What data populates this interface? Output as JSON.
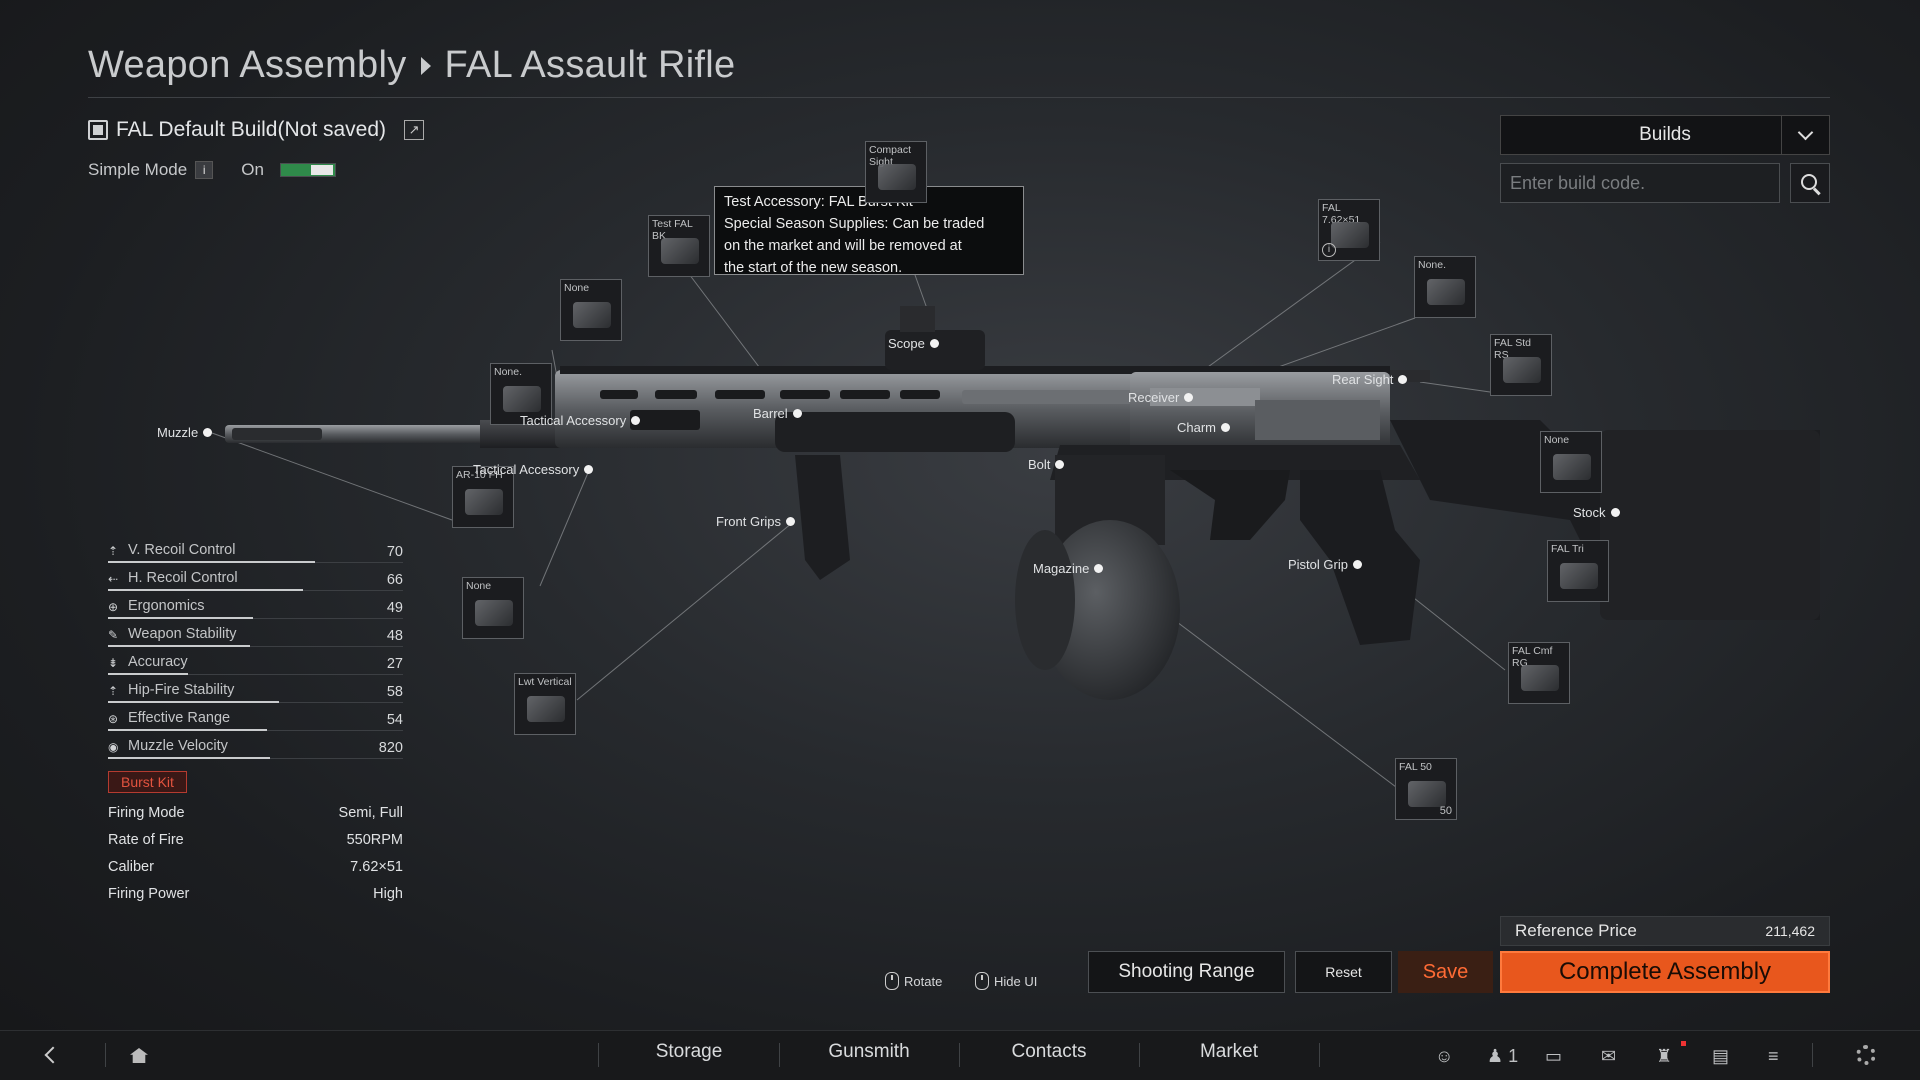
{
  "header": {
    "title": "Weapon Assembly",
    "subtitle": "FAL Assault Rifle"
  },
  "build": {
    "name": "FAL Default Build(Not saved)",
    "simple_mode_label": "Simple Mode",
    "info": "i",
    "simple_mode_state": "On"
  },
  "builds": {
    "label": "Builds",
    "code_placeholder": "Enter build code."
  },
  "tooltip": {
    "line1": "Test Accessory: FAL Burst Kit",
    "line2": "Special Season Supplies: Can be traded",
    "line3": "on the market and will be removed at",
    "line4": "the start of the new season."
  },
  "slots": {
    "compact_sight": "Compact Sight",
    "test_fal_bk": "Test FAL BK",
    "none_top": "None",
    "none_left": "None.",
    "ar_10_fh": "AR-10 FH",
    "none_low": "None",
    "lwt_vertical": "Lwt Vertical",
    "fal_receiver": "FAL 7.62×51",
    "fal_receiver_info": "i",
    "none_right": "None.",
    "fal_std_rs": "FAL Std RS",
    "none_charm": "None",
    "fal_tri": "FAL Tri",
    "fal_cmf_rg": "FAL Cmf RG",
    "fal_50": "FAL 50",
    "fal_50_count": "50"
  },
  "labels": {
    "muzzle": "Muzzle",
    "tactical_top": "Tactical Accessory",
    "tactical_low": "Tactical Accessory",
    "barrel": "Barrel",
    "scope": "Scope",
    "receiver": "Receiver",
    "charm": "Charm",
    "rear_sight": "Rear Sight",
    "bolt": "Bolt",
    "front_grips": "Front Grips",
    "magazine": "Magazine",
    "pistol_grip": "Pistol Grip",
    "stock": "Stock"
  },
  "stats": [
    {
      "name": "V. Recoil Control",
      "value": "70",
      "level": 0.7
    },
    {
      "name": "H. Recoil Control",
      "value": "66",
      "level": 0.66
    },
    {
      "name": "Ergonomics",
      "value": "49",
      "level": 0.49
    },
    {
      "name": "Weapon Stability",
      "value": "48",
      "level": 0.48
    },
    {
      "name": "Accuracy",
      "value": "27",
      "level": 0.27
    },
    {
      "name": "Hip-Fire Stability",
      "value": "58",
      "level": 0.58
    },
    {
      "name": "Effective Range",
      "value": "54",
      "level": 0.54
    },
    {
      "name": "Muzzle Velocity",
      "value": "820",
      "level": 0.55
    }
  ],
  "burst_badge": "Burst Kit",
  "props": [
    {
      "name": "Firing Mode",
      "value": "Semi, Full"
    },
    {
      "name": "Rate of Fire",
      "value": "550RPM"
    },
    {
      "name": "Caliber",
      "value": "7.62×51"
    },
    {
      "name": "Firing Power",
      "value": "High"
    }
  ],
  "price": {
    "label": "Reference Price",
    "value": "211,462"
  },
  "actions": {
    "rotate": "Rotate",
    "hide_ui": "Hide UI",
    "shooting_range": "Shooting Range",
    "reset": "Reset",
    "save": "Save",
    "complete": "Complete Assembly"
  },
  "nav": {
    "storage": "Storage",
    "gunsmith": "Gunsmith",
    "contacts": "Contacts",
    "market": "Market",
    "squad_count": "1"
  },
  "colors": {
    "accent": "#e8571d",
    "save_text": "#ff6b35",
    "toggle_on": "#2f8a4a",
    "burst_red": "#e2533f"
  }
}
